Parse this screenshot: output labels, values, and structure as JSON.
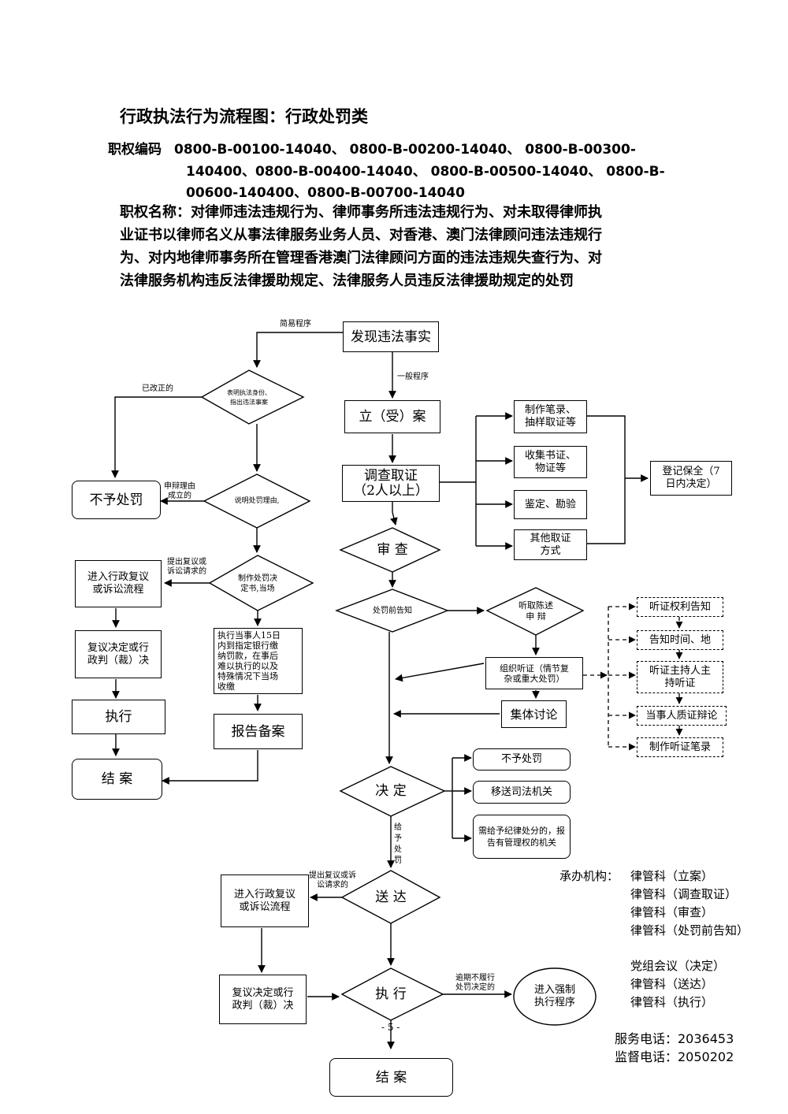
{
  "header": {
    "title": "行政执法行为流程图：行政处罚类",
    "code_label": "职权编码",
    "code_line1": "0800-B-00100-14040、 0800-B-00200-14040、 0800-B-00300-",
    "code_line2": "140400、0800-B-00400-14040、 0800-B-00500-14040、 0800-B-",
    "code_line3": "00600-140400、0800-B-00700-14040",
    "name_line1": "职权名称：对律师违法违规行为、律师事务所违法违规行为、对未取得律师执",
    "name_line2": "业证书以律师名义从事法律服务业务人员、对香港、澳门法律顾问违法违规行",
    "name_line3": "为、对内地律师事务所在管理香港澳门法律顾问方面的违法违规失查行为、对",
    "name_line4": "法律服务机构违反法律援助规定、法律服务人员违反法律援助规定的处罚"
  },
  "nodes": {
    "discover": "发现违法事实",
    "show_id": "表明执法身份、\n指出违法事案",
    "explain": "说明处罚理由,",
    "no_penalty_left": "不予处罚",
    "make_decision_onsite": "制作处罚决\n定书,当场",
    "review_left": "进入行政复议\n或诉讼流程",
    "review_decision_left": "复议决定或行\n政判（裁）决",
    "execute_left": "执行",
    "close_left": "结 案",
    "pay_note": "执行当事人15日\n内到指定银行缴\n纳罚款，在事后\n难以执行的以及\n特殊情况下当场\n收缴",
    "report_file": "报告备案",
    "file_case": "立（受）案",
    "investigate": "调查取证\n（2人以上）",
    "inv1": "制作笔录、\n抽样取证等",
    "inv2": "收集书证、\n物证等",
    "inv3": "鉴定、勘验",
    "inv4": "其他取证\n方式",
    "preserve": "登记保全（7\n日内决定）",
    "review": "审 查",
    "pre_notice": "处罚前告知",
    "hear_statement": "听取陈述\n申 辩",
    "organize_hearing": "组织听证（情节复\n杂或重大处罚）",
    "group_discussion": "集体讨论",
    "h1": "听证权利告知",
    "h2": "告知时间、地",
    "h3": "听证主持人主\n持听证",
    "h4": "当事人质证辩论",
    "h5": "制作听证笔录",
    "decide": "决 定",
    "d1": "不予处罚",
    "d2": "移送司法机关",
    "d3": "需给予纪律处分的，报\n告有管理权的机关",
    "deliver": "送 达",
    "review_bottom": "进入行政复议\n或诉讼流程",
    "review_decision_bottom": "复议决定或行\n政判（裁）决",
    "execute_bottom": "执 行",
    "enforce": "进入强制\n执行程序",
    "close_bottom": "结 案"
  },
  "labels": {
    "simple": "简易程序",
    "general": "一般程序",
    "corrected": "已改正的",
    "defense_valid": "申辩理由\n成立的",
    "appeal1": "提出复议或\n诉讼请求的",
    "give_penalty": "给\n予\n处\n罚",
    "appeal2": "提出复议或诉\n讼请求的",
    "overdue": "逾期不履行\n处罚决定的",
    "page_number": "- 5 -"
  },
  "organizer": {
    "label": "承办机构：",
    "lines": [
      "律管科（立案）",
      "律管科（调查取证）",
      "律管科（审查）",
      "律管科（处罚前告知）",
      "党组会议（决定）",
      "律管科（送达）",
      "律管科（执行）"
    ],
    "service_phone": "服务电话：2036453",
    "supervision_phone": "监督电话：2050202"
  }
}
